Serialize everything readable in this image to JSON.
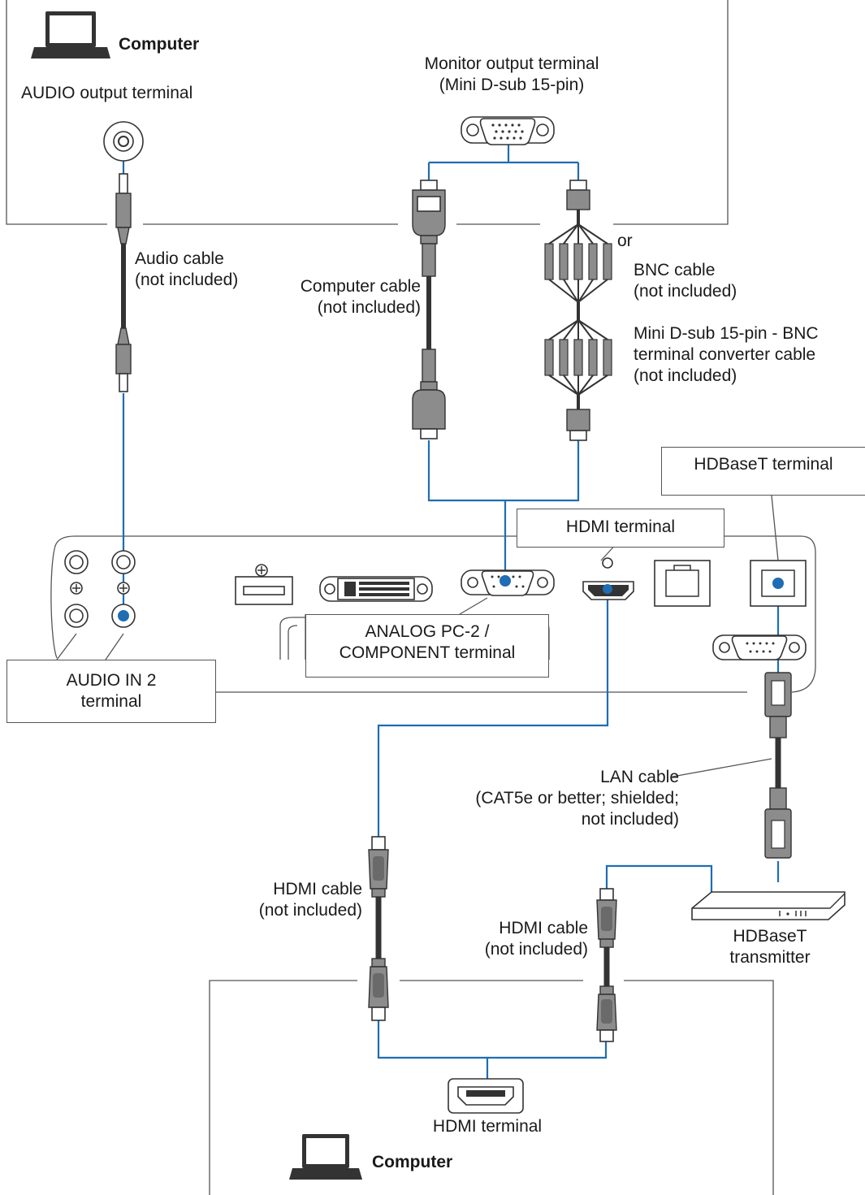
{
  "top_computer": {
    "title": "Computer",
    "audio_output_label": "AUDIO output terminal",
    "monitor_output_label_line1": "Monitor output terminal",
    "monitor_output_label_line2": "(Mini D-sub 15-pin)"
  },
  "cables": {
    "audio_cable_line1": "Audio cable",
    "audio_cable_line2": "(not included)",
    "computer_cable_line1": "Computer cable",
    "computer_cable_line2": "(not included)",
    "or_label": "or",
    "bnc_cable_line1": "BNC cable",
    "bnc_cable_line2": "(not included)",
    "converter_line1": "Mini D-sub 15-pin - BNC",
    "converter_line2": "terminal converter cable",
    "converter_line3": "(not included)",
    "lan_cable_line1": "LAN cable",
    "lan_cable_line2": "(CAT5e or better; shielded;",
    "lan_cable_line3": "not included)",
    "hdmi_cable_left_line1": "HDMI cable",
    "hdmi_cable_left_line2": "(not included)",
    "hdmi_cable_right_line1": "HDMI cable",
    "hdmi_cable_right_line2": "(not included)"
  },
  "projector": {
    "hdbaset_terminal": "HDBaseT terminal",
    "hdmi_terminal": "HDMI terminal",
    "analog_line1": "ANALOG PC-2 /",
    "analog_line2": "COMPONENT terminal",
    "audio_in_line1": "AUDIO IN 2",
    "audio_in_line2": "terminal"
  },
  "transmitter": {
    "line1": "HDBaseT",
    "line2": "transmitter"
  },
  "bottom_computer": {
    "hdmi_terminal": "HDMI terminal",
    "title": "Computer"
  },
  "colors": {
    "wire": "#1f6db3",
    "frame": "#555555"
  }
}
